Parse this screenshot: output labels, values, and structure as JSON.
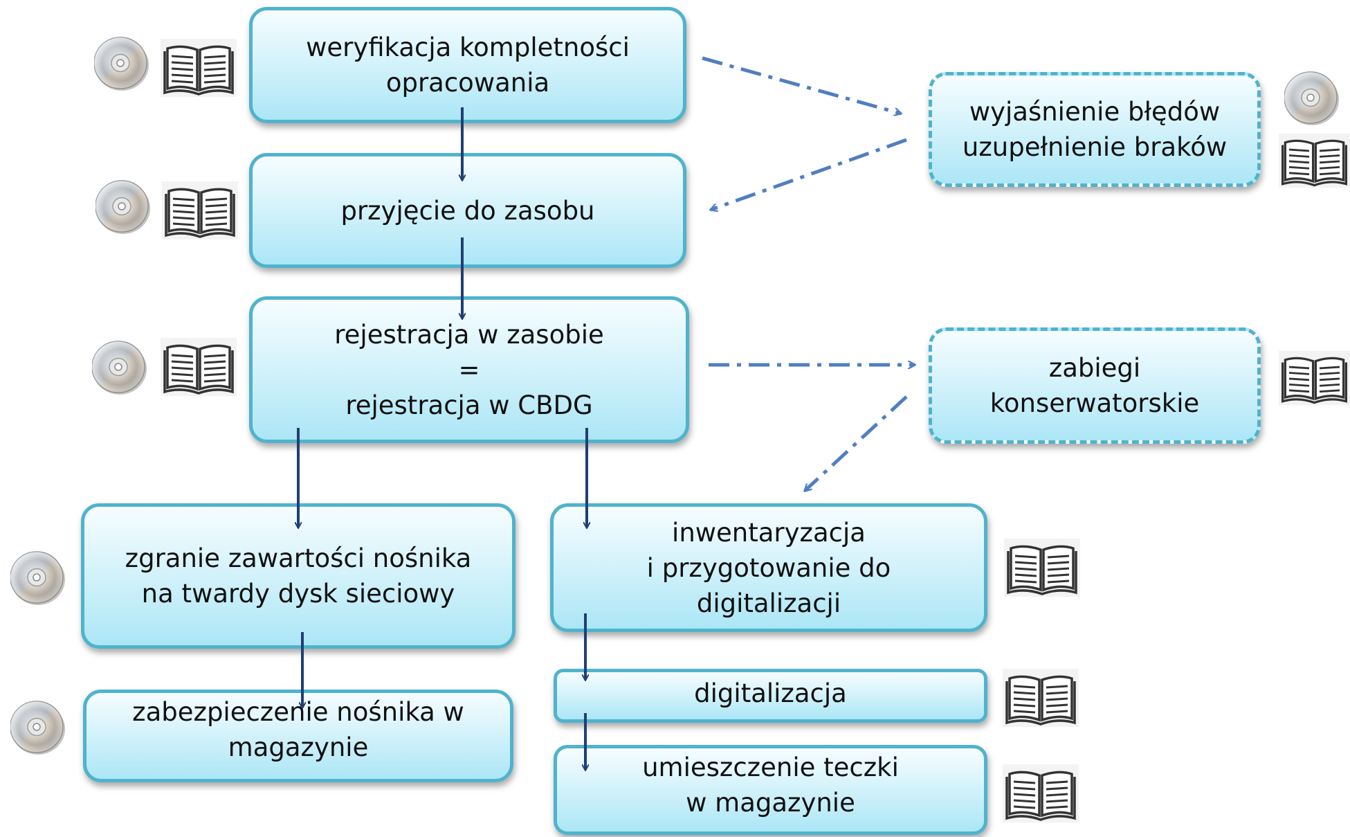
{
  "nodes": {
    "weryfikacja": "weryfikacja kompletności\nopracowania",
    "przyjecie": "przyjęcie do zasobu",
    "rejestracja": "rejestracja w zasobie\n=\nrejestracja w CBDG",
    "wyjasnienie": "wyjaśnienie błędów\nuzupełnienie braków",
    "zabiegi": "zabiegi\nkonserwatorskie",
    "zgranie": "zgranie zawartości nośnika\nna twardy dysk sieciowy",
    "zabezpieczenie": "zabezpieczenie nośnika w\nmagazynie",
    "inwentaryzacja": "inwentaryzacja\ni przygotowanie do\ndigitalizacji",
    "digitalizacja": "digitalizacja",
    "umieszczenie": "umieszczenie teczki\nw magazynie"
  },
  "icons": {
    "disc": "cd-disc-icon",
    "book": "open-book-icon"
  },
  "colors": {
    "box_border": "#4fb3cd",
    "box_fill_top": "#f6fdff",
    "box_fill_bottom": "#ace6f6",
    "solid_arrow": "#1f3f73",
    "dashdot_arrow": "#4f7fbf"
  }
}
